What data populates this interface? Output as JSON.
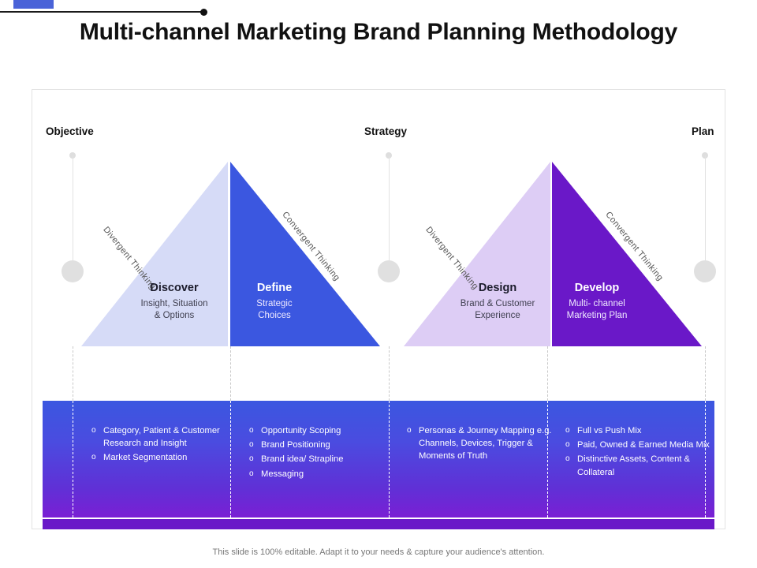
{
  "header": {
    "title": "Multi-channel Marketing Brand Planning Methodology"
  },
  "stages": [
    {
      "label": "Objective"
    },
    {
      "label": "Strategy"
    },
    {
      "label": "Plan"
    }
  ],
  "thinking_labels": {
    "divergent": "Divergent Thinking",
    "convergent": "Convergent Thinking"
  },
  "phases": [
    {
      "key": "discover",
      "title": "Discover",
      "subtitle": "Insight, Situation\n& Options",
      "subtitle_line1": "Insight, Situation",
      "subtitle_line2": "& Options",
      "color": "#d6dbf7",
      "direction": "left",
      "text_tone": "dark"
    },
    {
      "key": "define",
      "title": "Define",
      "subtitle_line1": "Strategic",
      "subtitle_line2": "Choices",
      "color": "#3b57e0",
      "direction": "right",
      "text_tone": "light"
    },
    {
      "key": "design",
      "title": "Design",
      "subtitle_line1": "Brand & Customer",
      "subtitle_line2": "Experience",
      "color": "#ddcdf5",
      "direction": "left",
      "text_tone": "dark"
    },
    {
      "key": "develop",
      "title": "Develop",
      "subtitle_line1": "Multi- channel",
      "subtitle_line2": "Marketing Plan",
      "color": "#6a18c8",
      "direction": "right",
      "text_tone": "light"
    }
  ],
  "bullet_columns": [
    {
      "phase": "discover",
      "bullet_marker": "o",
      "items": [
        "Category, Patient & Customer Research and Insight",
        "Market Segmentation"
      ]
    },
    {
      "phase": "define",
      "bullet_marker": "o",
      "items": [
        "Opportunity Scoping",
        "Brand Positioning",
        "Brand idea/ Strapline",
        "Messaging"
      ]
    },
    {
      "phase": "design",
      "bullet_marker": "o",
      "items": [
        "Personas & Journey Mapping e.g. Channels, Devices, Trigger & Moments of Truth"
      ]
    },
    {
      "phase": "develop",
      "bullet_marker": "o",
      "items": [
        "Full vs Push Mix",
        "Paid, Owned & Earned Media Mix",
        "Distinctive Assets, Content & Collateral"
      ]
    }
  ],
  "footer": {
    "note": "This slide is 100% editable.  Adapt it to your needs & capture your audience's attention."
  },
  "colors": {
    "accent_blue": "#3b57e0",
    "accent_purple": "#6a18c8",
    "light_blue": "#d6dbf7",
    "light_purple": "#ddcdf5",
    "band_gradient_start": "#3b57e0",
    "band_gradient_end": "#7a1fd4"
  }
}
